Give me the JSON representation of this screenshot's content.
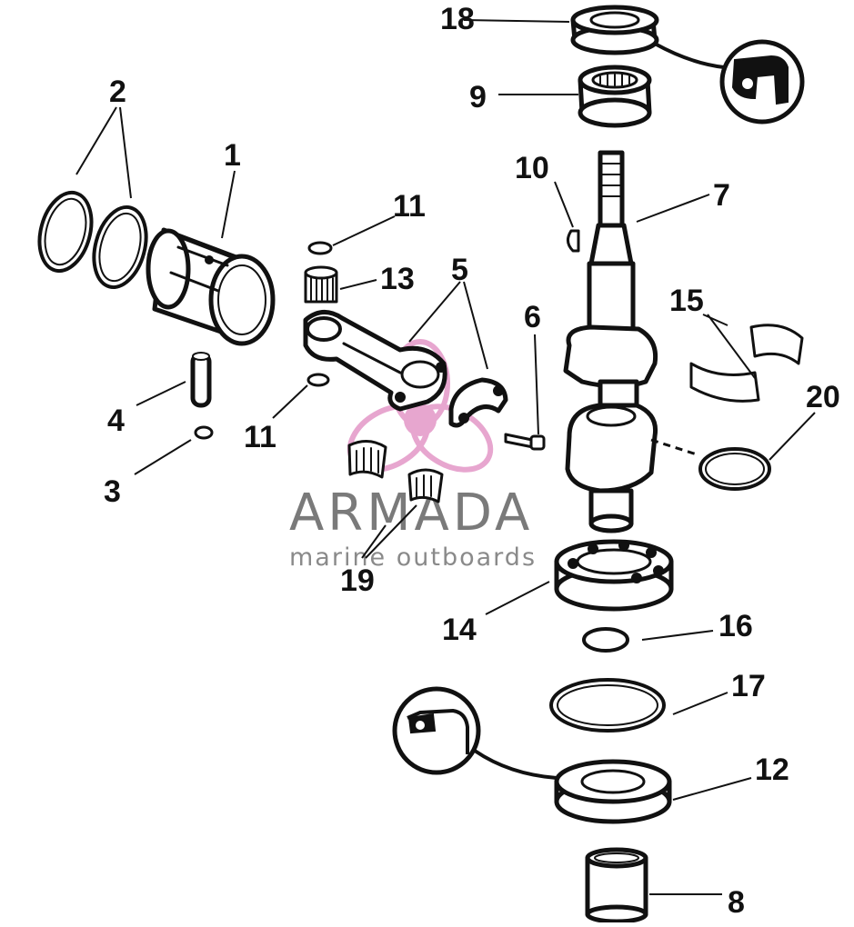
{
  "diagram": {
    "callouts": [
      "1",
      "2",
      "3",
      "4",
      "5",
      "6",
      "7",
      "8",
      "9",
      "10",
      "11",
      "11",
      "12",
      "13",
      "14",
      "15",
      "16",
      "17",
      "18",
      "19",
      "20"
    ]
  },
  "watermark": {
    "brand": "ARMADA",
    "tagline": "marine outboards"
  },
  "colors": {
    "ink": "#111111",
    "watermark_pink": "#e7a6cf",
    "watermark_gray": "#7a7a7a"
  },
  "icons": [
    "sealant-tube-icon-top",
    "sealant-tube-icon-bottom",
    "propeller-logo-icon"
  ]
}
